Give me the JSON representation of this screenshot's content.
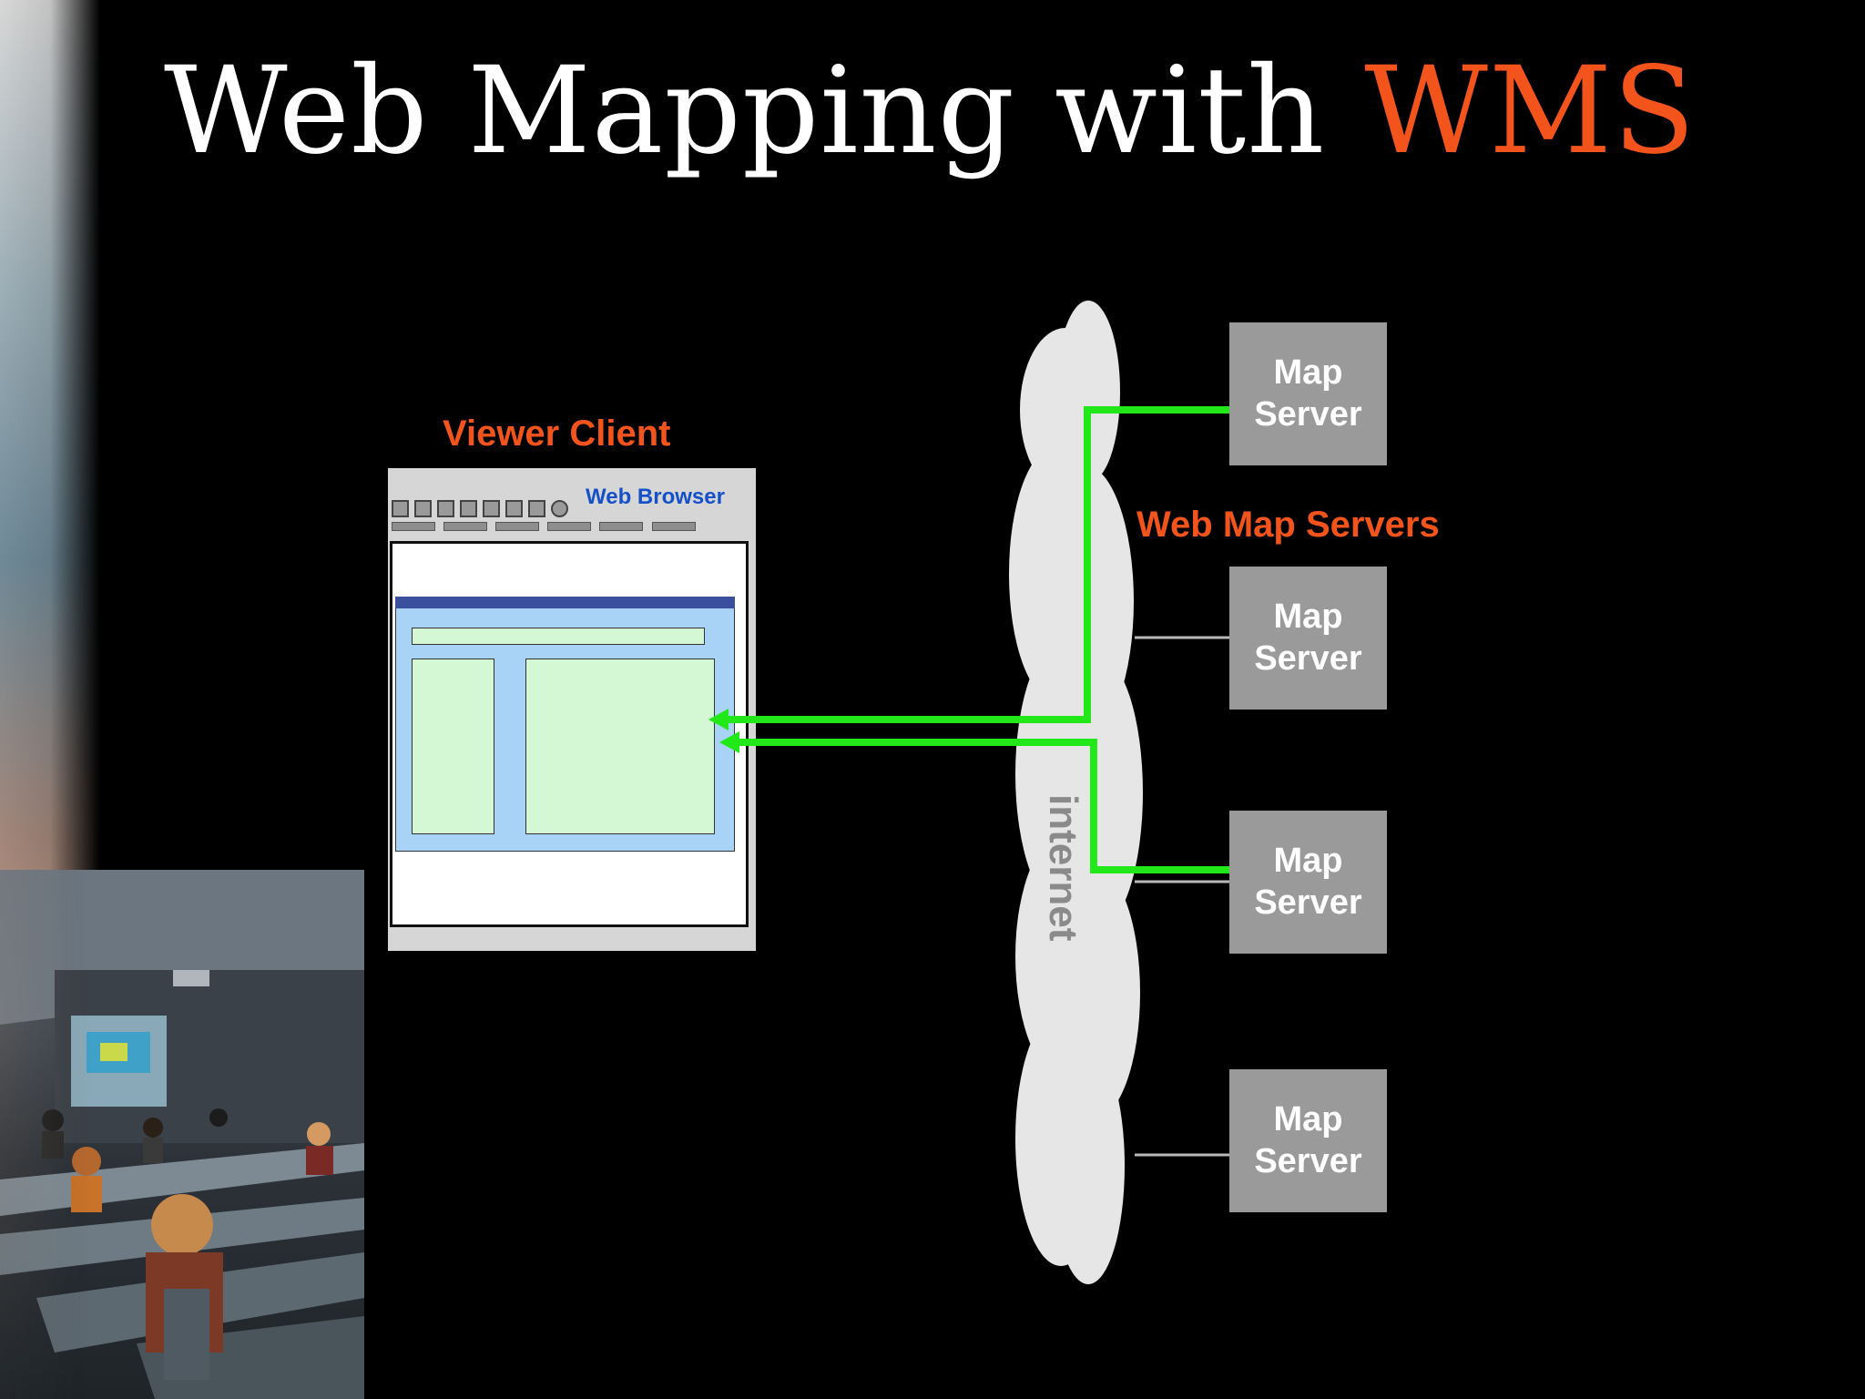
{
  "slide": {
    "title_main": "Web Mapping with ",
    "title_accent": "WMS"
  },
  "viewer_client": {
    "label": "Viewer Client",
    "browser_label": "Web Browser"
  },
  "network": {
    "label": "internet"
  },
  "servers": {
    "group_label": "Web Map Servers",
    "items": [
      {
        "label": "Map\nServer"
      },
      {
        "label": "Map\nServer"
      },
      {
        "label": "Map\nServer"
      },
      {
        "label": "Map\nServer"
      }
    ]
  },
  "colors": {
    "background": "#000000",
    "accent": "#f2541b",
    "request_line": "#22e81a",
    "server_box": "#9a9a9a",
    "cloud": "#e6e6e6",
    "browser_label": "#1450c8"
  }
}
